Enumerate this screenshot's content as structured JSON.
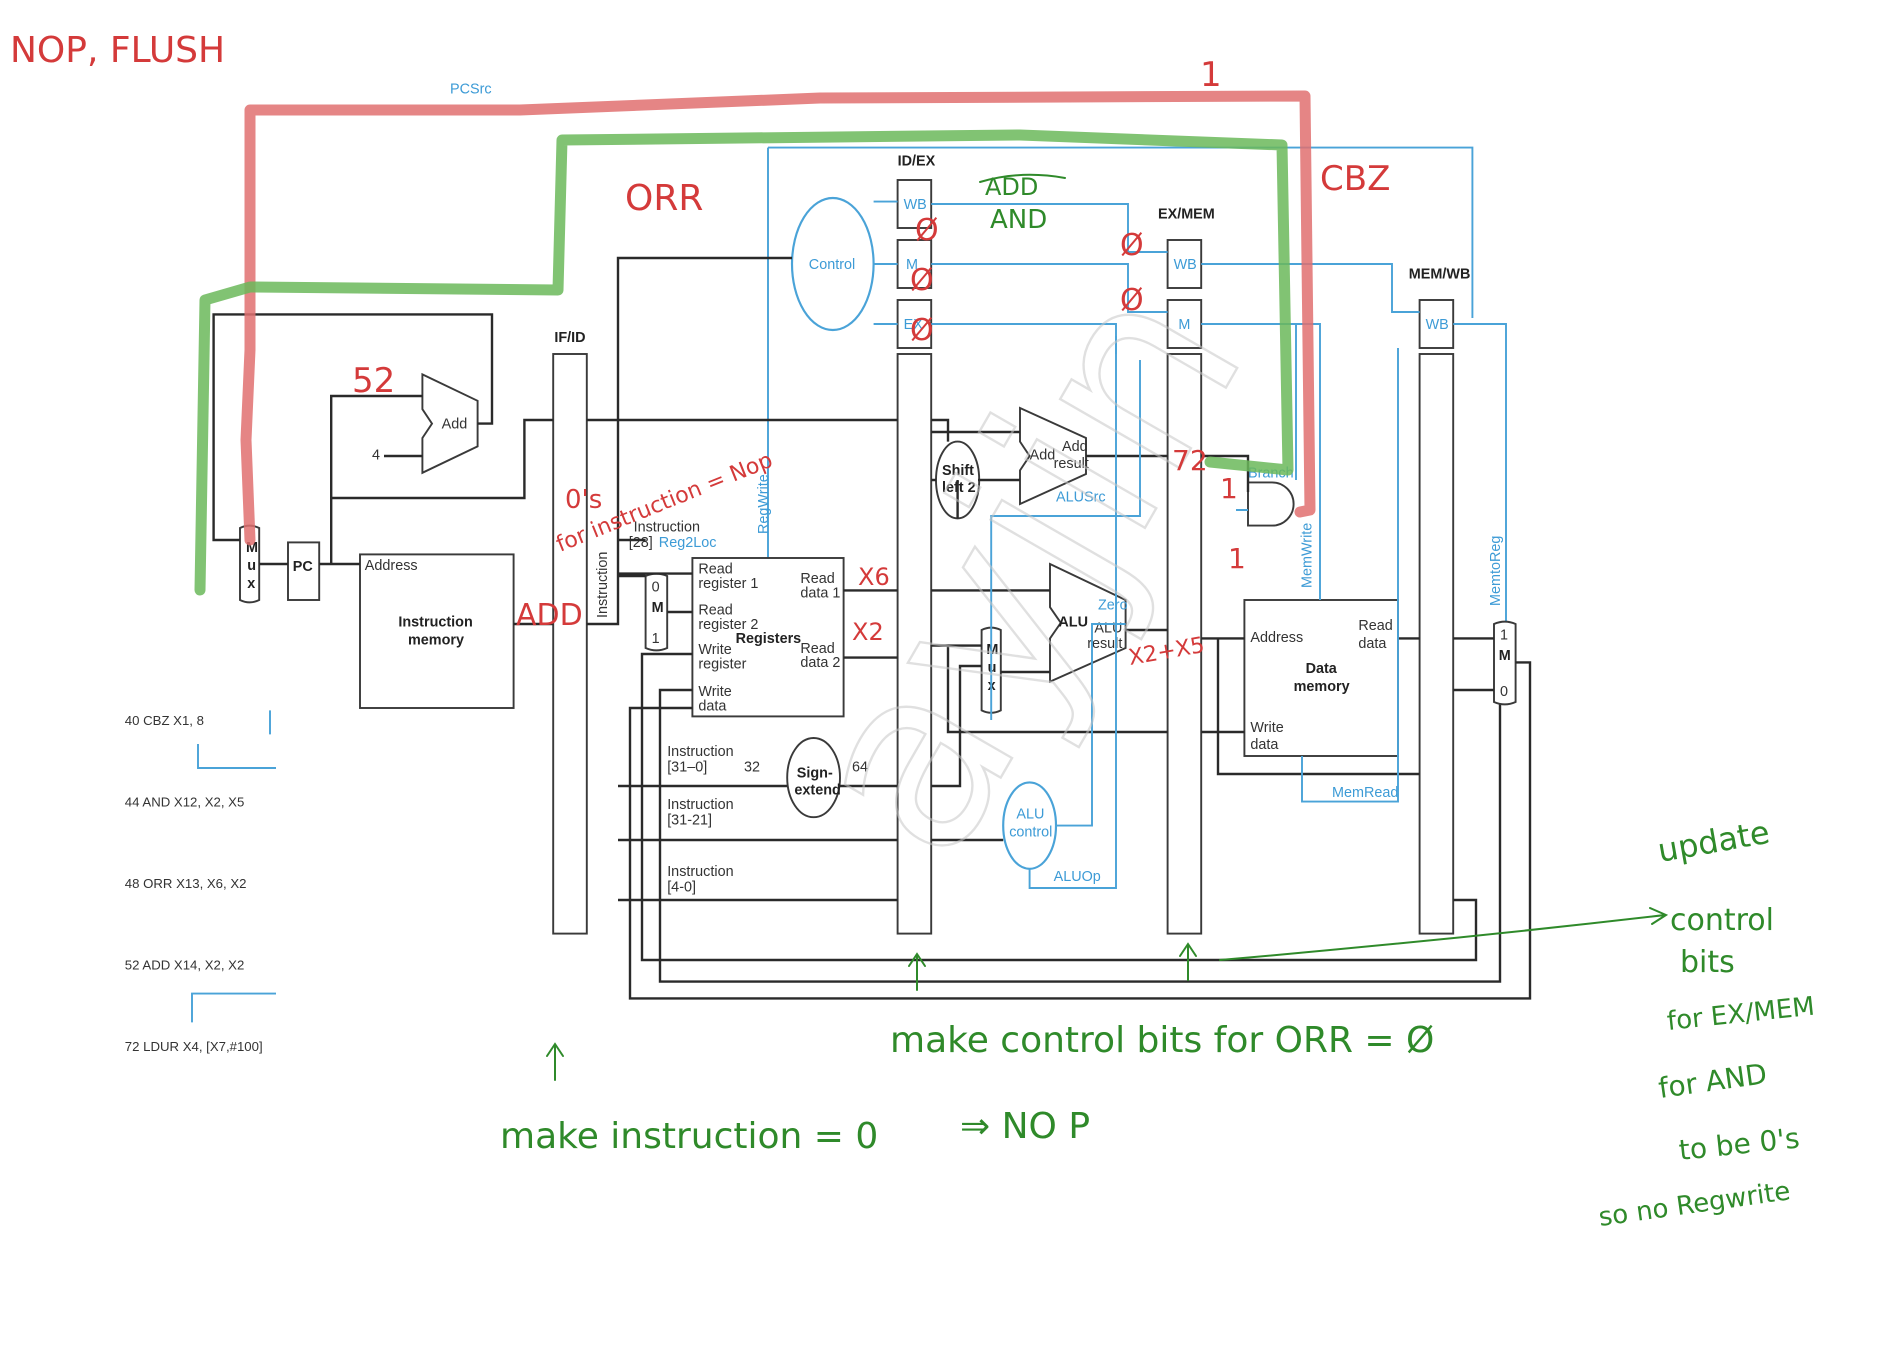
{
  "diagram": {
    "labels": {
      "pcsrc": "PCSrc",
      "idex": "ID/EX",
      "exmem": "EX/MEM",
      "memwb": "MEM/WB",
      "ifid": "IF/ID",
      "control": "Control",
      "wb": "WB",
      "m": "M",
      "ex": "EX",
      "add": "Add",
      "four": "4",
      "pc": "PC",
      "mux": "M\nu\nx",
      "address": "Address",
      "instruction_memory_1": "Instruction",
      "instruction_memory_2": "memory",
      "instruction_vert": "Instruction",
      "regwrite": "RegWrite",
      "instr_28": "Instruction",
      "bits_28": "[28]",
      "reg2loc": "Reg2Loc",
      "read_register_1": "Read",
      "read_register_1b": "register 1",
      "read_register_2": "Read",
      "read_register_2b": "register 2",
      "write_register": "Write",
      "write_register_b": "register",
      "write_data": "Write",
      "write_data_b": "data",
      "registers": "Registers",
      "read_data_1": "Read",
      "read_data_1b": "data 1",
      "read_data_2": "Read",
      "read_data_2b": "data 2",
      "instr_31_0": "Instruction",
      "bits_31_0": "[31–0]",
      "n32": "32",
      "n64": "64",
      "sign_extend_1": "Sign-",
      "sign_extend_2": "extend",
      "instr_31_21": "Instruction",
      "bits_31_21": "[31-21]",
      "instr_4_0": "Instruction",
      "bits_4_0": "[4-0]",
      "shift_1": "Shift",
      "shift_2": "left 2",
      "add_result_1": "Add",
      "add_result_2": "Add",
      "add_result_3": "result",
      "alusrc": "ALUSrc",
      "alu": "ALU",
      "zero": "Zero",
      "alu_result_1": "ALU",
      "alu_result_2": "result",
      "alu_control_1": "ALU",
      "alu_control_2": "control",
      "aluop": "ALUOp",
      "branch": "Branch",
      "memwrite": "MemWrite",
      "memread": "MemRead",
      "memtoreg": "MemtoReg",
      "dm_address": "Address",
      "dm_read": "Read",
      "dm_data": "data",
      "dm_title_1": "Data",
      "dm_title_2": "memory",
      "dm_write": "Write",
      "dm_write_b": "data",
      "mux0": "0",
      "mux1": "1"
    },
    "program": [
      "40 CBZ X1, 8",
      "44 AND X12, X2, X5",
      "48 ORR X13, X6, X2",
      "52 ADD X14, X2, X2",
      "72 LDUR X4, [X7,#100]"
    ],
    "watermark": "ayjin"
  },
  "annotations": {
    "red": {
      "title": "NOP, FLUSH",
      "pcsrc_one": "1",
      "cbz": "CBZ",
      "orr": "ORR",
      "and_struck": "ADD",
      "zero_1": "Ø",
      "zero_2": "Ø",
      "zero_3": "Ø",
      "zero_4": "Ø",
      "zero_5": "Ø",
      "n52": "52",
      "zeros_instr_1": "0's",
      "zeros_instr_2": "for instruction = Nop",
      "add_instr": "ADD",
      "x6": "X6",
      "x2": "X2",
      "x2x5": "X2+X5",
      "n72": "72",
      "branch_one": "1",
      "zero_one": "1"
    },
    "green": {
      "and": "AND",
      "make_instruction": "make instruction = 0",
      "nop": "⇒ NO P",
      "make_control": "make control bits for ORR = Ø",
      "update_1": "update",
      "update_2": "control",
      "update_3": "bits",
      "update_4": "for EX/MEM",
      "update_5": "for AND",
      "update_6": "to be 0's",
      "update_7": "so no Regwrite"
    }
  }
}
